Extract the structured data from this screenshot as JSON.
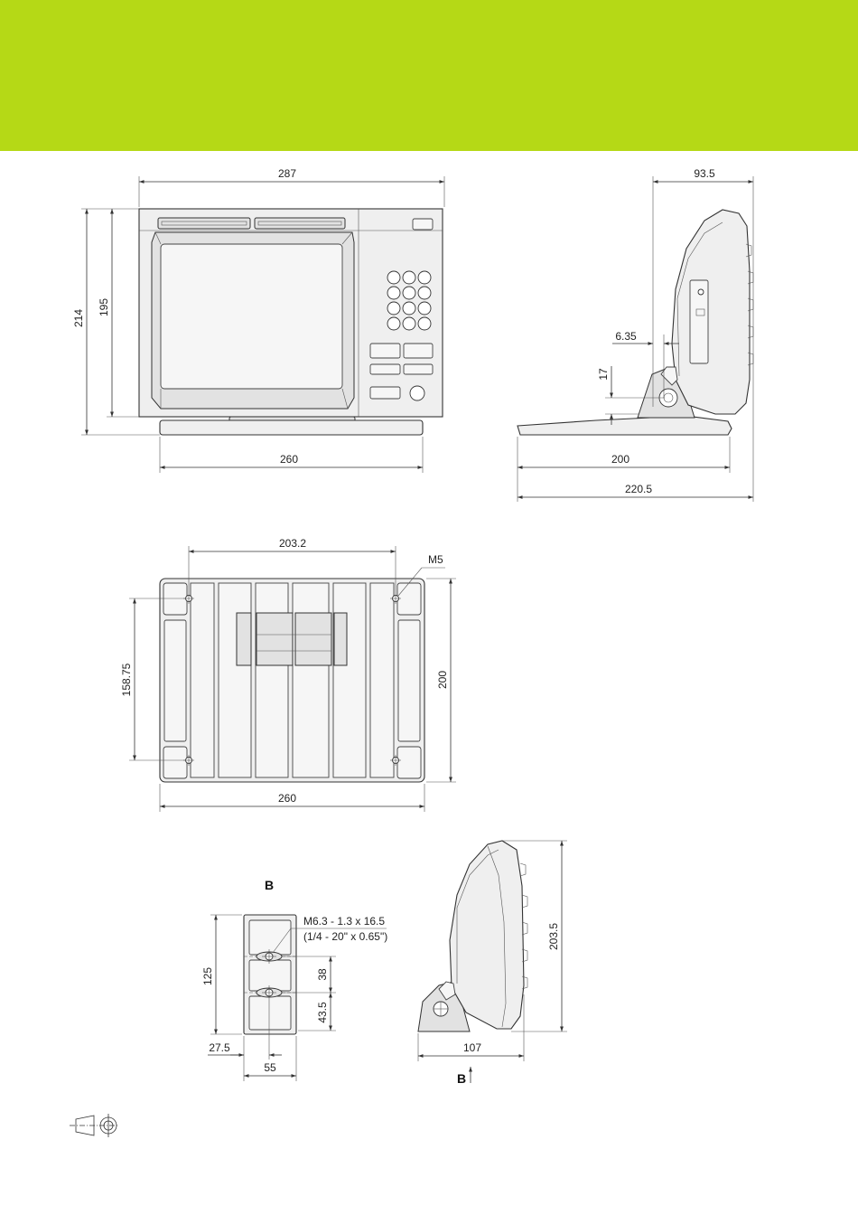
{
  "colors": {
    "banner": "#b5d916",
    "line": "#333333",
    "part_fill": "#efefef"
  },
  "front_view": {
    "width": "287",
    "height_total": "214",
    "height_body": "195",
    "base_width": "260"
  },
  "side_view": {
    "depth_top": "93.5",
    "offset": "6.35",
    "pivot_height": "17",
    "base_depth": "200",
    "depth_total": "220.5"
  },
  "bottom_view": {
    "hole_spacing_x": "203.2",
    "thread": "M5",
    "hole_spacing_y": "158.75",
    "depth": "200",
    "width": "260"
  },
  "mount_detail": {
    "view_label": "B",
    "thread": "M6.3 - 1.3 x 16.5",
    "thread_imperial": "(1/4 - 20\" x 0.65\")",
    "height": "125",
    "spacing_upper": "38",
    "spacing_lower": "43.5",
    "offset": "27.5",
    "width": "55"
  },
  "side_view_2": {
    "height": "203.5",
    "depth": "107",
    "view_arrow_label": "B"
  },
  "footer": {
    "projection_symbol": "first-angle-projection-icon"
  }
}
